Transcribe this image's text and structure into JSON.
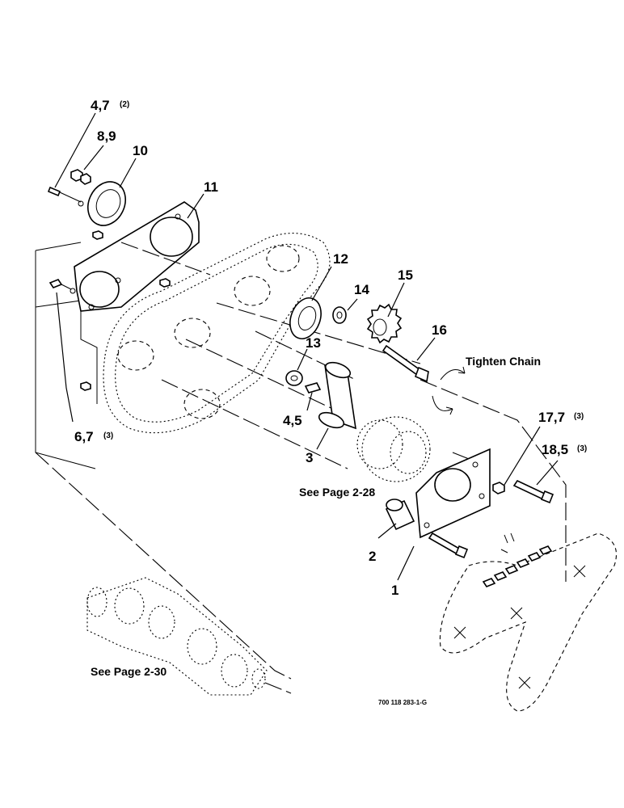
{
  "callouts": {
    "c_47_top": {
      "label": "4,7",
      "qty": "(2)"
    },
    "c_89": {
      "label": "8,9"
    },
    "c_10": {
      "label": "10"
    },
    "c_11": {
      "label": "11"
    },
    "c_12": {
      "label": "12"
    },
    "c_14": {
      "label": "14"
    },
    "c_15": {
      "label": "15"
    },
    "c_16": {
      "label": "16"
    },
    "c_13": {
      "label": "13"
    },
    "c_45": {
      "label": "4,5"
    },
    "c_3": {
      "label": "3"
    },
    "c_67": {
      "label": "6,7",
      "qty": "(3)"
    },
    "c_177": {
      "label": "17,7",
      "qty": "(3)"
    },
    "c_185": {
      "label": "18,5",
      "qty": "(3)"
    },
    "c_2": {
      "label": "2"
    },
    "c_1": {
      "label": "1"
    }
  },
  "notes": {
    "tighten": "Tighten Chain",
    "see_228": "See Page 2-28",
    "see_230": "See Page 2-30"
  },
  "doc_id": "700 118 283-1-G"
}
